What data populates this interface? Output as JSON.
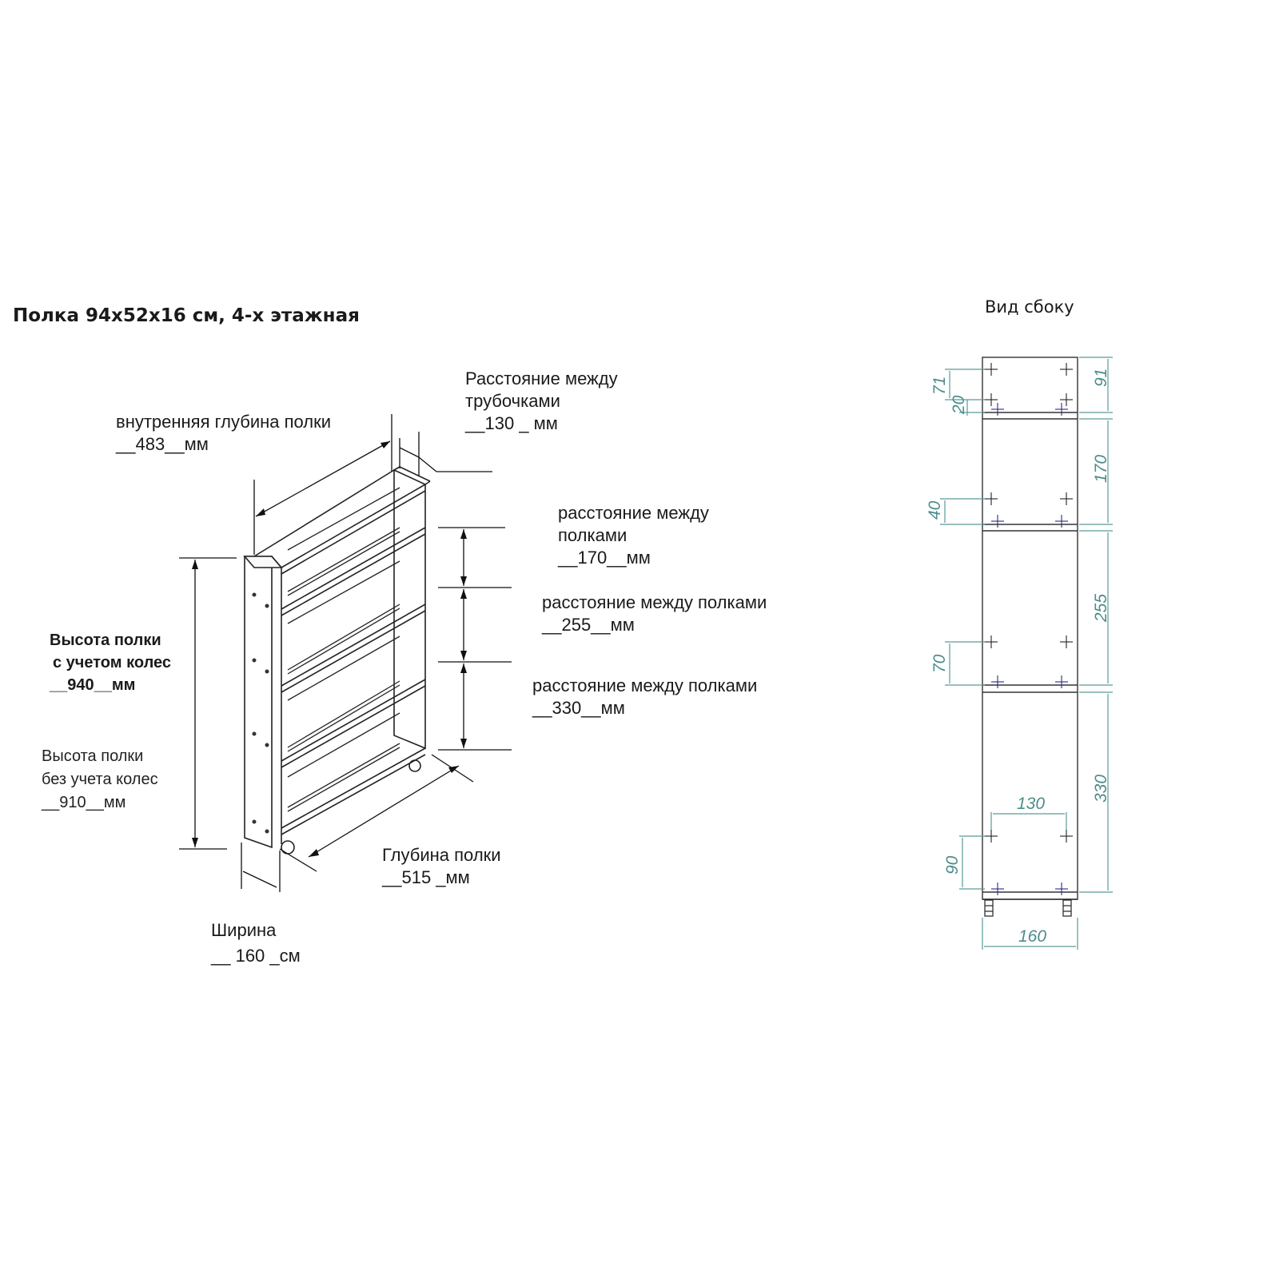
{
  "title": "Полка 94x52x16 см, 4-х этажная",
  "side_view": {
    "title": "Вид сбоку",
    "dims": {
      "top_91": "91",
      "a71": "71",
      "a20": "20",
      "s170": "170",
      "a40": "40",
      "s255": "255",
      "a70": "70",
      "s330": "330",
      "w130": "130",
      "a90": "90",
      "w160": "160"
    }
  },
  "annotations": {
    "tube_gap": {
      "line1": "Расстояние между",
      "line2": "трубочками",
      "value": "__130 _ мм"
    },
    "inner_depth": {
      "line1": "внутренняя глубина полки",
      "value": "__483__мм"
    },
    "shelf_170": {
      "line1": "расстояние между",
      "line2": "полками",
      "value": "__170__мм"
    },
    "shelf_255": {
      "line1": "расстояние между полками",
      "value": "__255__мм"
    },
    "shelf_330": {
      "line1": "расстояние между полками",
      "value": "__330__мм"
    },
    "height_wheels": {
      "line1": "Высота полки",
      "line2": "с учетом колес",
      "value": "__940__мм"
    },
    "height_nowheels": {
      "line1": "Высота полки",
      "line2": "без учета колес",
      "value": "__910__мм"
    },
    "depth": {
      "line1": "Глубина полки",
      "value": "__515 _мм"
    },
    "width": {
      "line1": "Ширина",
      "value": "__ 160 _см"
    }
  }
}
